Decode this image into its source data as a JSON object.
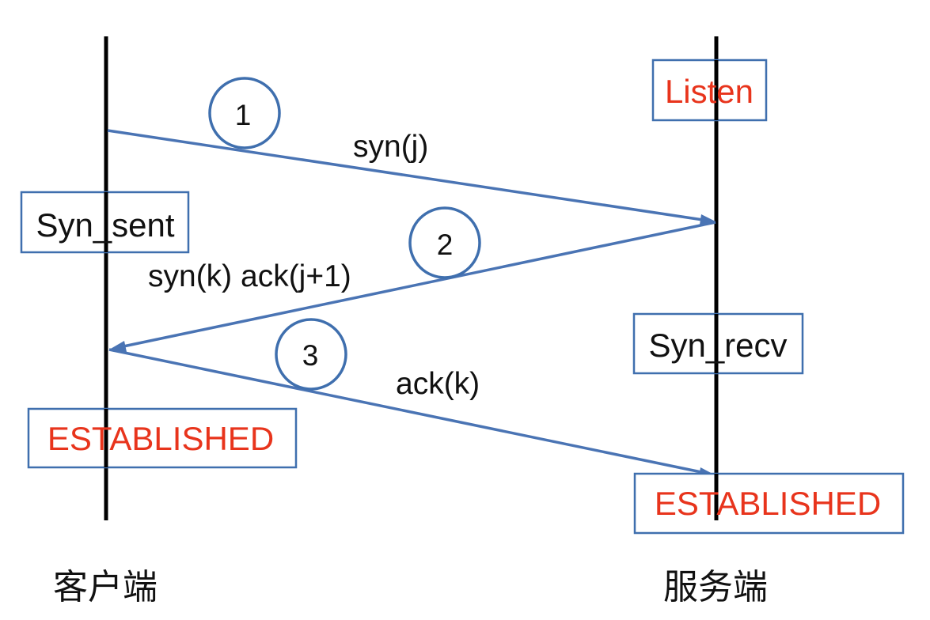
{
  "parties": {
    "client": "客户端",
    "server": "服务端"
  },
  "messages": {
    "syn": "syn(j)",
    "syn_ack": "syn(k) ack(j+1)",
    "ack": "ack(k)"
  },
  "steps": {
    "one": "1",
    "two": "2",
    "three": "3"
  },
  "client_states": {
    "syn_sent": "Syn_sent",
    "established": "ESTABLISHED"
  },
  "server_states": {
    "listen": "Listen",
    "syn_recv": "Syn_recv",
    "established": "ESTABLISHED"
  },
  "colors": {
    "arrow": "#4a74b4",
    "box_border": "#3f6fae",
    "highlight_state_text": "#e8341c",
    "normal_state_text": "#111111"
  }
}
